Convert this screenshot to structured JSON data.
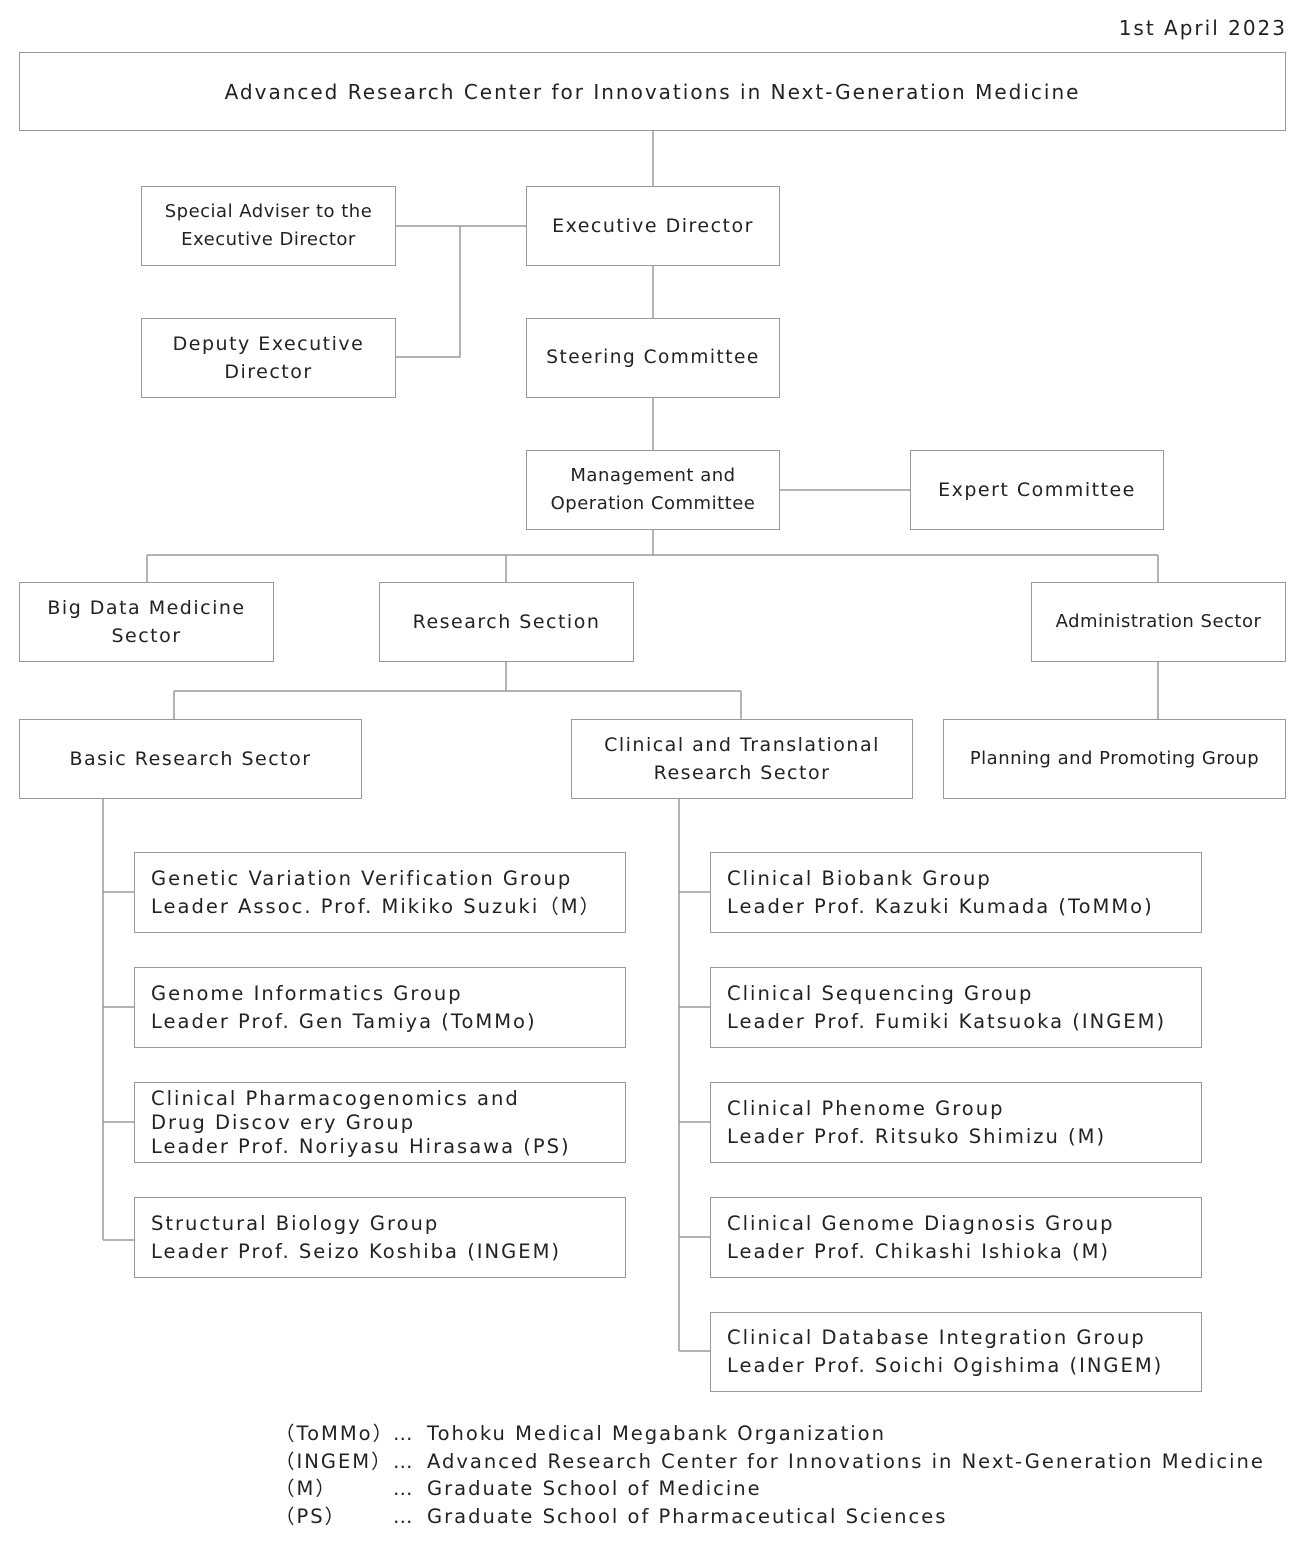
{
  "date": "1st April 2023",
  "top": {
    "title": "Advanced Research Center for Innovations in Next-Generation Medicine"
  },
  "executive_director": "Executive Director",
  "special_adviser": [
    "Special Adviser to the",
    "Executive Director"
  ],
  "deputy_director": [
    "Deputy Executive",
    "Director"
  ],
  "steering_committee": "Steering Committee",
  "management_committee": [
    "Management and",
    "Operation Committee"
  ],
  "expert_committee": "Expert Committee",
  "big_data_sector": [
    "Big Data Medicine",
    "Sector"
  ],
  "research_section": "Research Section",
  "administration_sector": "Administration Sector",
  "basic_research_sector": "Basic Research Sector",
  "clinical_sector": [
    "Clinical and Translational",
    "Research Sector"
  ],
  "planning_group": "Planning and Promoting Group",
  "basic_groups": [
    {
      "name": "Genetic Variation Verification Group",
      "leader": "Leader Assoc. Prof. Mikiko Suzuki（M）"
    },
    {
      "name": "Genome Informatics Group",
      "leader": "Leader Prof. Gen Tamiya (ToMMo)"
    },
    {
      "name": "Clinical Pharmacogenomics and",
      "name2": "Drug Discov ery Group",
      "leader": "Leader Prof. Noriyasu Hirasawa (PS)"
    },
    {
      "name": "Structural Biology Group",
      "leader": "Leader Prof. Seizo Koshiba (INGEM)"
    }
  ],
  "clinical_groups": [
    {
      "name": "Clinical Biobank Group",
      "leader": "Leader Prof. Kazuki Kumada (ToMMo)"
    },
    {
      "name": "Clinical Sequencing Group",
      "leader": "Leader Prof. Fumiki Katsuoka (INGEM)"
    },
    {
      "name": "Clinical Phenome Group",
      "leader": "Leader Prof. Ritsuko Shimizu (M)"
    },
    {
      "name": "Clinical Genome Diagnosis Group",
      "leader": "Leader Prof. Chikashi Ishioka (M)"
    },
    {
      "name": "Clinical Database Integration Group",
      "leader": "Leader Prof. Soichi Ogishima (INGEM)"
    }
  ],
  "legend": [
    {
      "abbr": "（ToMMo）",
      "dots": "…",
      "desc": "Tohoku Medical Megabank Organization"
    },
    {
      "abbr": "（INGEM）",
      "dots": "…",
      "desc": "Advanced Research Center for Innovations in Next-Generation Medicine"
    },
    {
      "abbr": "（M）",
      "dots": "…",
      "desc": "Graduate School of Medicine"
    },
    {
      "abbr": "（PS）",
      "dots": "…",
      "desc": "Graduate School of Pharmaceutical Sciences"
    }
  ]
}
